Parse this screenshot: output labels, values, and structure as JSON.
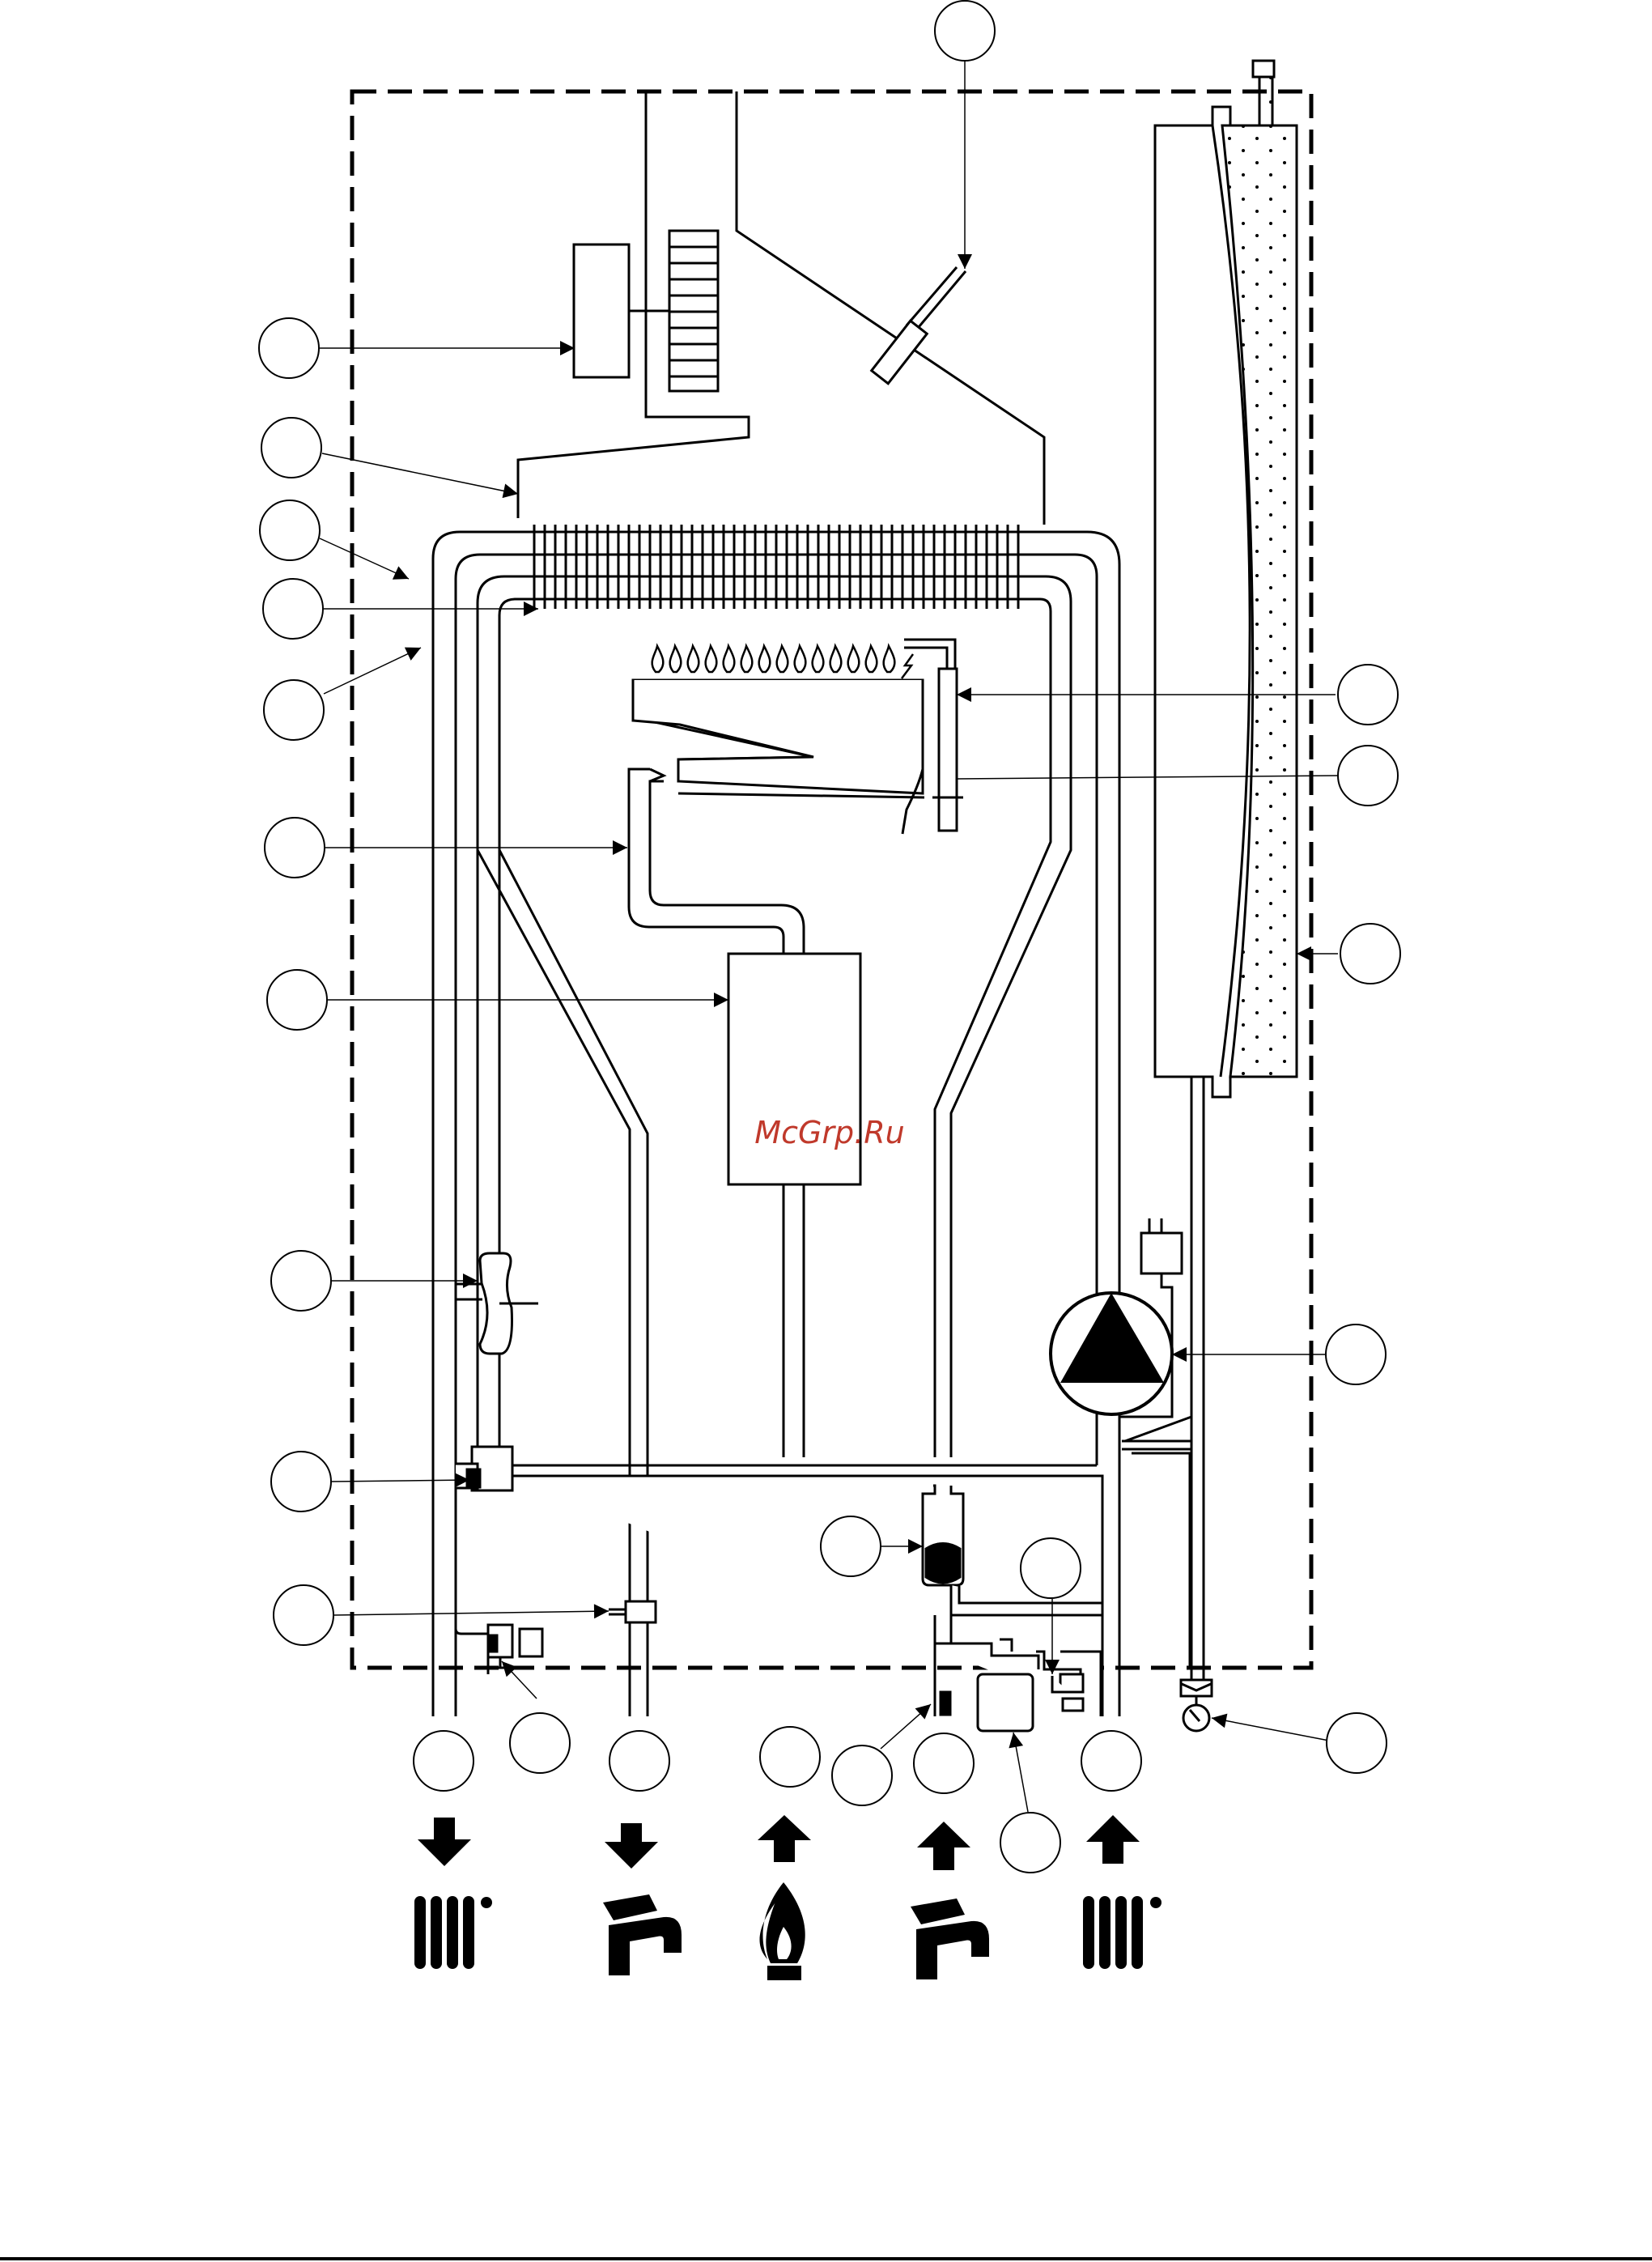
{
  "watermark": {
    "text": "McGrp.Ru",
    "color": "#c0392b"
  },
  "colors": {
    "line": "#000000",
    "background": "#ffffff",
    "insulation_fill": "#ffffff"
  },
  "callouts": [
    {
      "name": "callout-top-electrode",
      "label": ""
    },
    {
      "name": "callout-fan-motor",
      "label": ""
    },
    {
      "name": "callout-flue-hood",
      "label": ""
    },
    {
      "name": "callout-flow-sensor",
      "label": ""
    },
    {
      "name": "callout-heat-exchanger",
      "label": ""
    },
    {
      "name": "callout-overheat-thermostat",
      "label": ""
    },
    {
      "name": "callout-burner-manifold",
      "label": ""
    },
    {
      "name": "callout-gas-valve",
      "label": ""
    },
    {
      "name": "callout-pressure-switch",
      "label": ""
    },
    {
      "name": "callout-diverter-valve",
      "label": ""
    },
    {
      "name": "callout-dhw-sensor",
      "label": ""
    },
    {
      "name": "callout-bypass",
      "label": ""
    },
    {
      "name": "callout-ignition-electrode",
      "label": ""
    },
    {
      "name": "callout-detection-electrode",
      "label": ""
    },
    {
      "name": "callout-expansion-vessel",
      "label": ""
    },
    {
      "name": "callout-pump",
      "label": ""
    },
    {
      "name": "callout-flow-switch",
      "label": ""
    },
    {
      "name": "callout-safety-valve",
      "label": ""
    },
    {
      "name": "callout-drain",
      "label": ""
    },
    {
      "name": "callout-filter",
      "label": ""
    },
    {
      "name": "callout-pressure-gauge",
      "label": ""
    },
    {
      "name": "callout-plate-exchanger",
      "label": ""
    },
    {
      "name": "callout-heating-flow",
      "label": ""
    },
    {
      "name": "callout-dhw-out",
      "label": ""
    },
    {
      "name": "callout-gas-in",
      "label": ""
    },
    {
      "name": "callout-cold-in",
      "label": ""
    },
    {
      "name": "callout-heating-return",
      "label": ""
    }
  ],
  "connections": [
    {
      "name": "heating-flow",
      "direction": "down",
      "icon": "radiator-icon"
    },
    {
      "name": "dhw-outlet",
      "direction": "down",
      "icon": "tap-icon"
    },
    {
      "name": "gas-inlet",
      "direction": "up",
      "icon": "gas-flame-icon"
    },
    {
      "name": "cold-water-inlet",
      "direction": "up",
      "icon": "tap-icon"
    },
    {
      "name": "heating-return",
      "direction": "up",
      "icon": "radiator-icon"
    }
  ]
}
